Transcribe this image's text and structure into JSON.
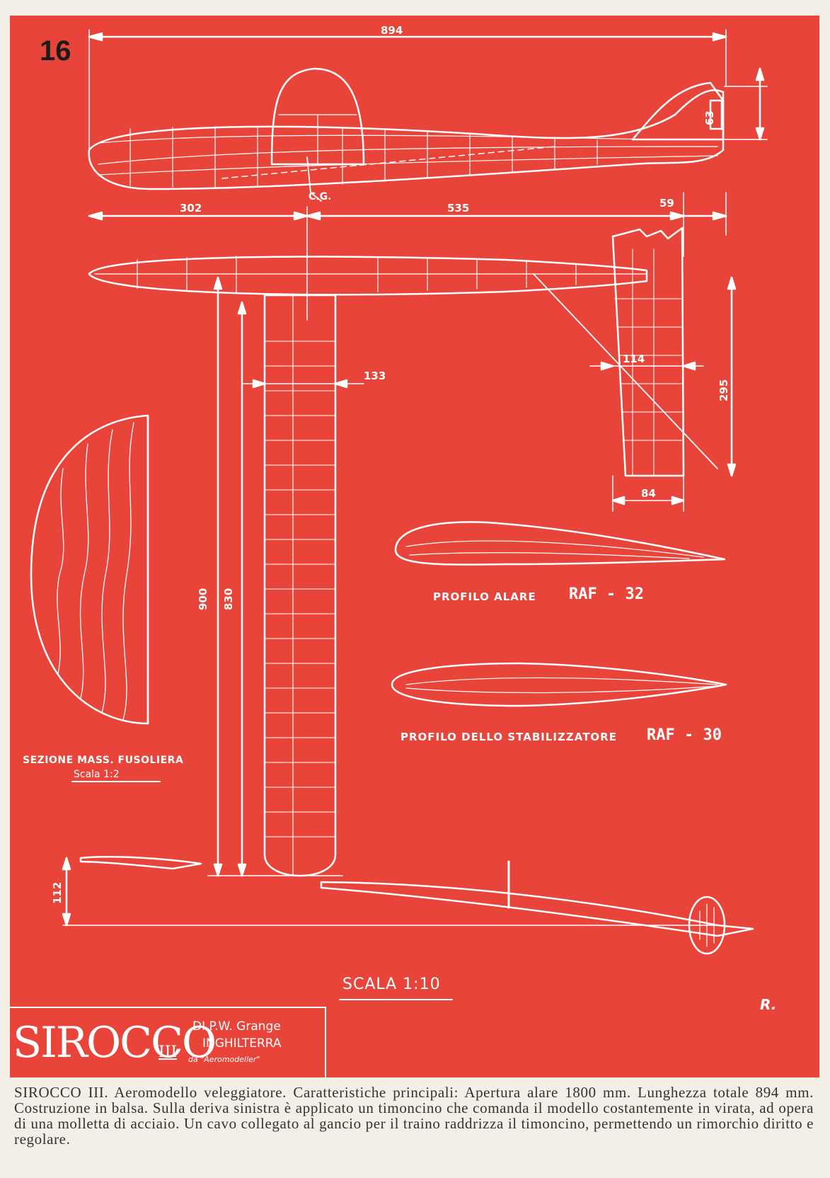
{
  "plate_number": "16",
  "dimensions": {
    "overall_length": "894",
    "fin_height": "63",
    "nose_to_wing": "302",
    "wing_to_tail": "535",
    "tail_chord": "59",
    "wing_chord": "133",
    "stab_root_chord": "114",
    "stab_semispan": "295",
    "stab_tip_chord": "84",
    "half_span": "900",
    "half_span_inner": "830",
    "dihedral": "112"
  },
  "labels": {
    "cg": "C.G.",
    "wing_profile": "PROFILO ALARE",
    "wing_profile_code": "RAF - 32",
    "stab_profile": "PROFILO DELLO STABILIZZATORE",
    "stab_profile_code": "RAF - 30",
    "section_title": "SEZIONE MASS. FUSOLIERA",
    "section_scale": "Scala 1:2",
    "scale": "SCALA 1:10"
  },
  "title_block": {
    "name": "SIROCCO",
    "roman": "III",
    "author": "DI P.W. Grange",
    "country": "INGHILTERRA",
    "source": "da \"Aeromodeller\"",
    "signature": "R."
  },
  "caption": "SIROCCO III. Aeromodello veleggiatore. Caratteristiche principali: Apertura alare 1800 mm. Lunghezza totale 894 mm. Costruzione in balsa. Sulla deriva sinistra è applicato un timoncino che comanda il modello costantemente in virata, ad opera di una molletta di acciaio. Un cavo collegato al gancio per il traino raddrizza il timoncino, permettendo un rimorchio diritto e regolare.",
  "colors": {
    "sheet": "#e8443a",
    "ink": "#ffffff",
    "caption_text": "#333333"
  }
}
